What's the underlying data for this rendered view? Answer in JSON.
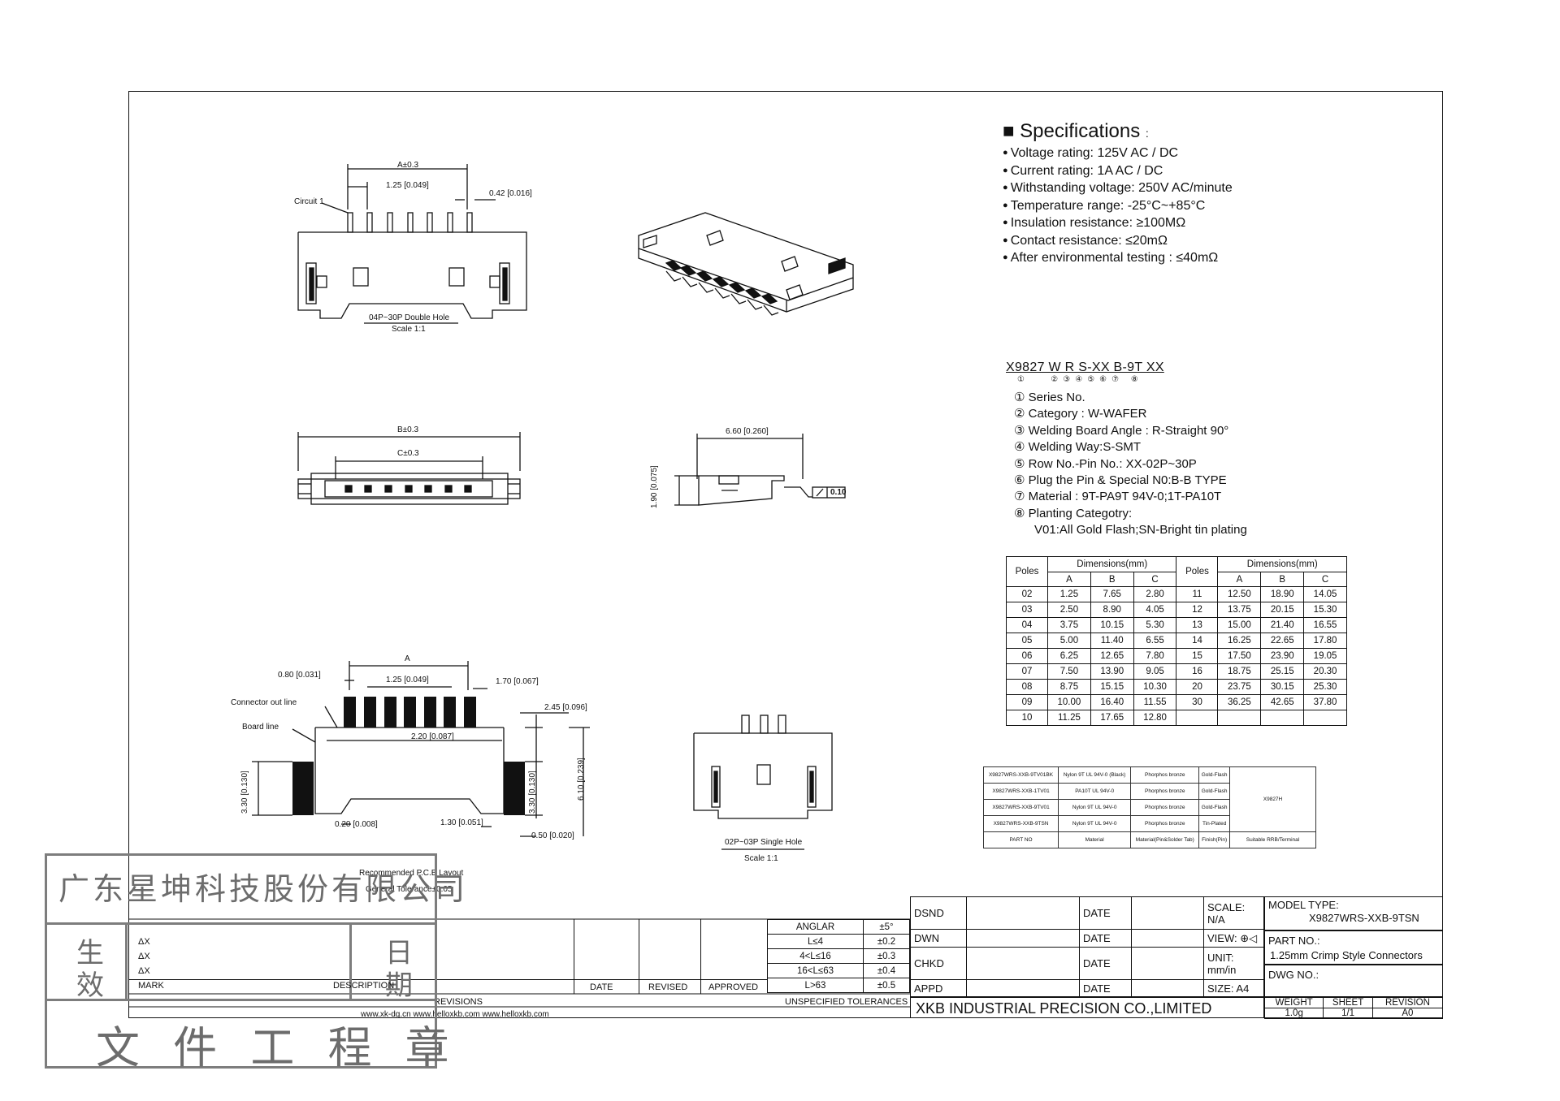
{
  "specs": {
    "title": "Specifications",
    "items": [
      "Voltage rating: 125V AC / DC",
      "Current rating: 1A  AC / DC",
      "Withstanding voltage: 250V AC/minute",
      "Temperature range:   -25°C~+85°C",
      "Insulation resistance:  ≥100MΩ",
      "Contact resistance:   ≤20mΩ",
      "After environmental testing : ≤40mΩ"
    ]
  },
  "part_number": {
    "code": "X9827 W R S-XX B-9T XX",
    "legend": [
      "① Series No.",
      "② Category : W-WAFER",
      "③ Welding Board Angle : R-Straight 90°",
      "④ Welding Way:S-SMT",
      "⑤ Row No.-Pin No.: XX-02P~30P",
      "⑥ Plug the Pin & Special N0:B-B TYPE",
      "⑦ Material :  9T-PA9T 94V-0;1T-PA10T",
      "⑧ Planting Categotry:",
      "      V01:All Gold Flash;SN-Bright tin plating"
    ]
  },
  "dimensions_table": {
    "header_poles": "Poles",
    "header_dims": "Dimensions(mm)",
    "cols": [
      "A",
      "B",
      "C"
    ],
    "left": [
      [
        "02",
        "1.25",
        "7.65",
        "2.80"
      ],
      [
        "03",
        "2.50",
        "8.90",
        "4.05"
      ],
      [
        "04",
        "3.75",
        "10.15",
        "5.30"
      ],
      [
        "05",
        "5.00",
        "11.40",
        "6.55"
      ],
      [
        "06",
        "6.25",
        "12.65",
        "7.80"
      ],
      [
        "07",
        "7.50",
        "13.90",
        "9.05"
      ],
      [
        "08",
        "8.75",
        "15.15",
        "10.30"
      ],
      [
        "09",
        "10.00",
        "16.40",
        "11.55"
      ],
      [
        "10",
        "11.25",
        "17.65",
        "12.80"
      ]
    ],
    "right": [
      [
        "11",
        "12.50",
        "18.90",
        "14.05"
      ],
      [
        "12",
        "13.75",
        "20.15",
        "15.30"
      ],
      [
        "13",
        "15.00",
        "21.40",
        "16.55"
      ],
      [
        "14",
        "16.25",
        "22.65",
        "17.80"
      ],
      [
        "15",
        "17.50",
        "23.90",
        "19.05"
      ],
      [
        "16",
        "18.75",
        "25.15",
        "20.30"
      ],
      [
        "20",
        "23.75",
        "30.15",
        "25.30"
      ],
      [
        "30",
        "36.25",
        "42.65",
        "37.80"
      ]
    ]
  },
  "material_table": {
    "rows": [
      [
        "X9827WRS-XXB-9TV01BK",
        "Nylon 9T UL 94V-0 (Black)",
        "Phorphos bronze",
        "Gold-Flash"
      ],
      [
        "X9827WRS-XXB-1TV01",
        "PA10T UL 94V-0",
        "Phorphos bronze",
        "Gold-Flash"
      ],
      [
        "X9827WRS-XXB-9TV01",
        "Nylon 9T UL 94V-0",
        "Phorphos bronze",
        "Gold-Flash"
      ],
      [
        "X9827WRS-XXB-9TSN",
        "Nylon 9T UL 94V-0",
        "Phorphos bronze",
        "Tin-Plated"
      ]
    ],
    "right_note": "X9827H",
    "footer": [
      "PART NO",
      "Material",
      "Material(Pin&Solder Tab)",
      "Finish(Pin)",
      "Suitable RRB/Terminal"
    ]
  },
  "drawings": {
    "top_view": {
      "dim_a": "A±0.3",
      "pitch": "1.25 [0.049]",
      "pin_width": "0.42 [0.016]",
      "circuit": "Circuit 1",
      "caption": "04P~30P Double Hole",
      "scale": "Scale 1:1"
    },
    "bottom_view": {
      "dim_b": "B±0.3",
      "dim_c": "C±0.3"
    },
    "side_view": {
      "width": "6.60 [0.260]",
      "height": "1.90 [0.075]",
      "flatness": "0.10"
    },
    "pcb": {
      "dim_a": "A",
      "offset": "0.80 [0.031]",
      "pitch": "1.25 [0.049]",
      "pad_w": "1.70 [0.067]",
      "outline": "Connector out line",
      "board": "Board line",
      "tab": "2.45 [0.096]",
      "gap": "2.20 [0.087]",
      "h_left": "3.30 [0.130]",
      "h_right": "3.30 [0.130]",
      "total": "6.10 [0.239]",
      "b1": "0.20 [0.008]",
      "b2": "1.30 [0.051]",
      "b3": "0.50 [0.020]",
      "caption": "Recommended P.C.B Layout",
      "tolerance": "General Tolerance±0.05"
    },
    "single": {
      "caption": "02P~03P Single Hole",
      "scale": "Scale 1:1"
    }
  },
  "revisions": {
    "tolerances": [
      [
        "ANGLAR",
        "±5°"
      ],
      [
        "L≤4",
        "±0.2"
      ],
      [
        "4<L≤16",
        "±0.3"
      ],
      [
        "16<L≤63",
        "±0.4"
      ],
      [
        "L>63",
        "±0.5"
      ]
    ],
    "marks": [
      "ΔX",
      "ΔX",
      "ΔX"
    ],
    "headers": {
      "mark": "MARK",
      "description": "DESCRIPTION",
      "date": "DATE",
      "revised": "REVISED",
      "approved": "APPROVED",
      "revisions": "REVISIONS",
      "unspec": "UNSPECIFIED TOLERANCES"
    },
    "websites": "www.xk-dg.cn    www.helloxkb.com    www.helloxkb.com"
  },
  "title_block": {
    "dsnd": "DSND",
    "dwn": "DWN",
    "chkd": "CHKD",
    "appd": "APPD",
    "date": "DATE",
    "scale": "SCALE: N/A",
    "view": "VIEW:",
    "unit": "UNIT: mm/in",
    "size": "SIZE: A4",
    "company": "XKB INDUSTRIAL PRECISION CO.,LIMITED",
    "model_label": "MODEL TYPE:",
    "model": "X9827WRS-XXB-9TSN",
    "part_label": "PART NO.:",
    "part": "1.25mm Crimp Style Connectors",
    "dwg_label": "DWG NO.:",
    "weight_label": "WEIGHT",
    "weight": "1.0g",
    "sheet_label": "SHEET",
    "sheet": "1/1",
    "rev_label": "REVISION",
    "rev": "A0"
  },
  "stamp": {
    "company": "广东星坤科技股份有限公司",
    "effective": [
      "生",
      "效"
    ],
    "date": [
      "日",
      "期"
    ],
    "seal": "文 件 工 程 章"
  }
}
